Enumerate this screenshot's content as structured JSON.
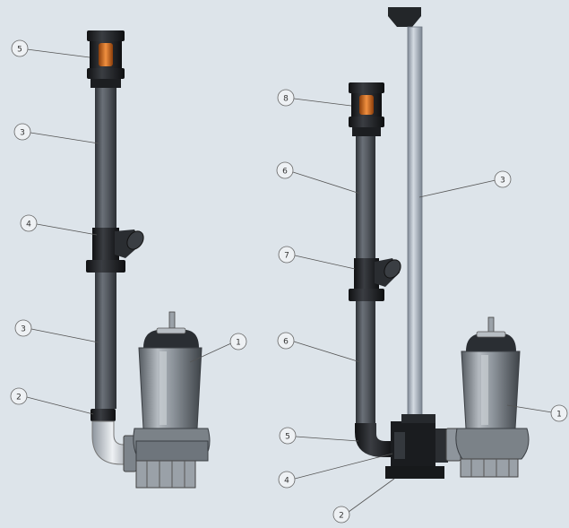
{
  "diagram": {
    "left_assembly": {
      "callouts": [
        {
          "id": "l5",
          "label": "5"
        },
        {
          "id": "l3a",
          "label": "3"
        },
        {
          "id": "l4",
          "label": "4"
        },
        {
          "id": "l3b",
          "label": "3"
        },
        {
          "id": "l2",
          "label": "2"
        },
        {
          "id": "l1",
          "label": "1"
        }
      ]
    },
    "right_assembly": {
      "callouts": [
        {
          "id": "r8",
          "label": "8"
        },
        {
          "id": "r6a",
          "label": "6"
        },
        {
          "id": "r3",
          "label": "3"
        },
        {
          "id": "r7",
          "label": "7"
        },
        {
          "id": "r6b",
          "label": "6"
        },
        {
          "id": "r1",
          "label": "1"
        },
        {
          "id": "r5",
          "label": "5"
        },
        {
          "id": "r4",
          "label": "4"
        },
        {
          "id": "r2",
          "label": "2"
        }
      ]
    },
    "colors": {
      "background": "#dde4ea",
      "pipe_dark": "#4a4f55",
      "fitting_black": "#1c1e21",
      "check_valve_orange": "#e07a2a",
      "guide_rail": "#aab4bf",
      "pump_body": "#8c939a"
    }
  }
}
